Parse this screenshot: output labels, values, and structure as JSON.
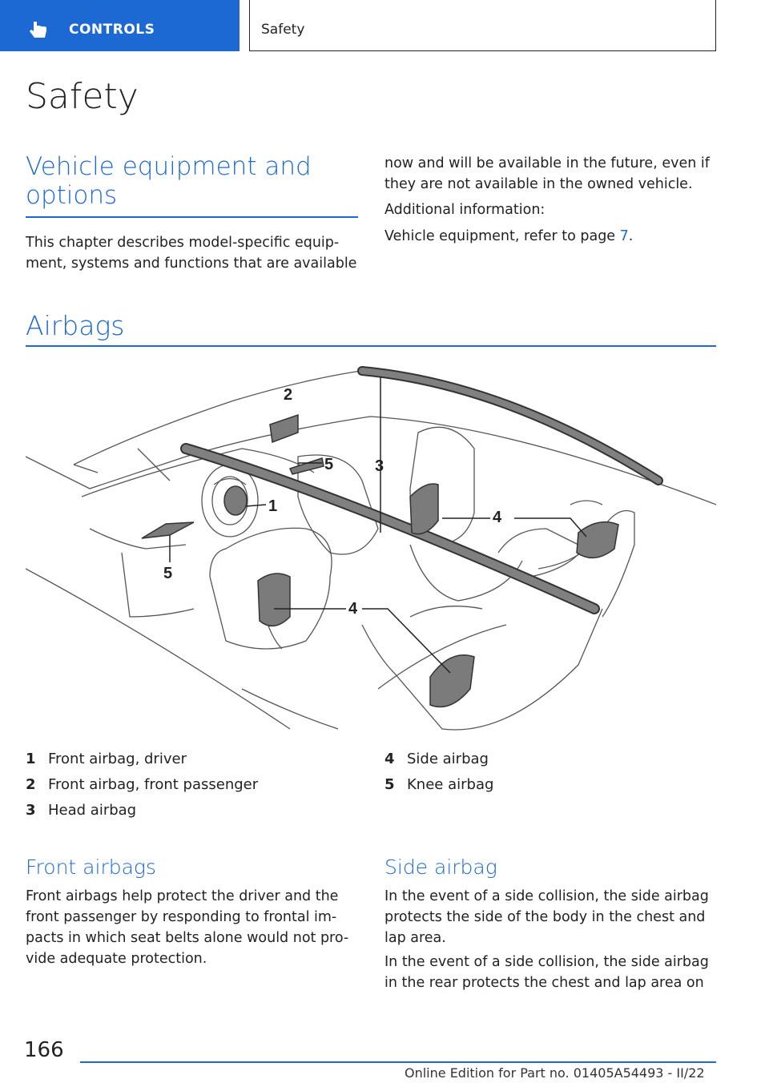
{
  "header": {
    "section_label": "CONTROLS",
    "topic_label": "Safety"
  },
  "page_title": "Safety",
  "vehicle_equipment": {
    "heading": "Vehicle equipment and options",
    "para_left": "This chapter describes model-specific equip-ment, systems and functions that are available",
    "para_right_1": "now and will be available in the future, even if they are not available in the owned vehicle.",
    "para_right_2": "Additional information:",
    "para_right_3_prefix": "Vehicle equipment, refer to page ",
    "para_right_3_link": "7",
    "para_right_3_suffix": "."
  },
  "airbags": {
    "heading": "Airbags",
    "callouts": [
      "1",
      "2",
      "3",
      "4",
      "4",
      "5",
      "5"
    ],
    "legend_left": [
      {
        "num": "1",
        "label": "Front airbag, driver"
      },
      {
        "num": "2",
        "label": "Front airbag, front passenger"
      },
      {
        "num": "3",
        "label": "Head airbag"
      }
    ],
    "legend_right": [
      {
        "num": "4",
        "label": "Side airbag"
      },
      {
        "num": "5",
        "label": "Knee airbag"
      }
    ]
  },
  "front_airbags": {
    "heading": "Front airbags",
    "text": "Front airbags help protect the driver and the front passenger by responding to frontal im-pacts in which seat belts alone would not pro-vide adequate protection."
  },
  "side_airbag": {
    "heading": "Side airbag",
    "text_1": "In the event of a side collision, the side airbag protects the side of the body in the chest and lap area.",
    "text_2": "In the event of a side collision, the side airbag in the rear protects the chest and lap area on"
  },
  "footer": {
    "page_number": "166",
    "edition": "Online Edition for Part no. 01405A54493 - II/22"
  },
  "colors": {
    "accent": "#1c69d4",
    "text": "#222222"
  },
  "icons": {
    "header": "pointing-hand-icon"
  }
}
